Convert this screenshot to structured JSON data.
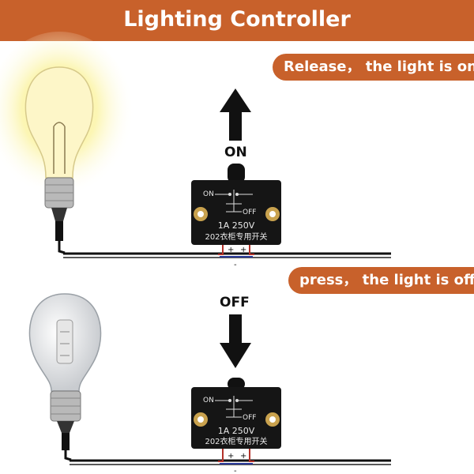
{
  "header": {
    "title": "Lighting Controller"
  },
  "states": [
    {
      "caption": "Release， the light is on",
      "direction_label": "ON",
      "arrow": "up",
      "bulb": "lit"
    },
    {
      "caption": "press， the light is off",
      "direction_label": "OFF",
      "arrow": "down",
      "bulb": "unlit"
    }
  ],
  "switch": {
    "on_label": "ON",
    "off_label": "OFF",
    "rating": "1A 250V",
    "model": "202衣柜专用开关",
    "plus": "+",
    "minus": "-"
  },
  "colors": {
    "accent": "#c8612b",
    "switch_body": "#151515",
    "wire": "#111111"
  }
}
